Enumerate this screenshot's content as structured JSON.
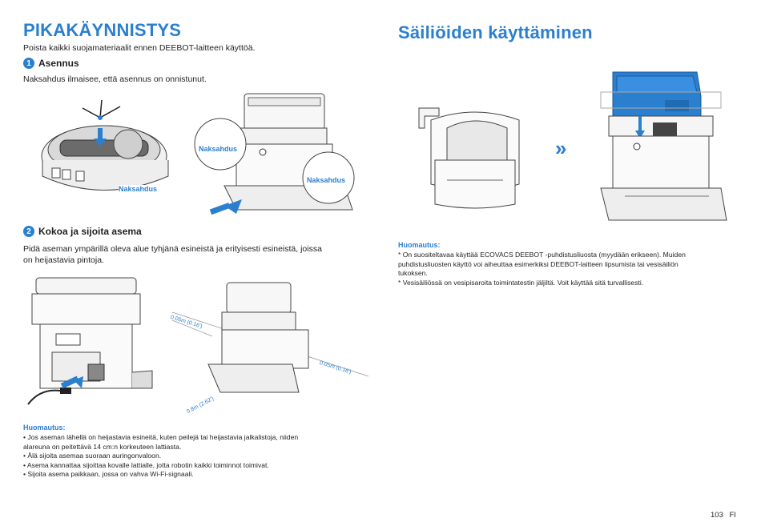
{
  "left": {
    "title": "PIKAKÄYNNISTYS",
    "intro": "Poista kaikki suojamateriaalit ennen DEEBOT-laitteen käyttöä.",
    "step1": {
      "number": "1",
      "heading": "Asennus",
      "text": "Naksahdus ilmaisee, että asennus on onnistunut.",
      "callouts": [
        "Naksahdus",
        "Naksahdus",
        "Naksahdus"
      ]
    },
    "step2": {
      "number": "2",
      "heading": "Kokoa ja sijoita asema",
      "text_line1": "Pidä aseman ympärillä oleva alue tyhjänä esineistä ja erityisesti esineistä, joissa",
      "text_line2": "on heijastavia pintoja.",
      "dimensions": [
        "0.05m (0.16')",
        "0.05m (0.16')",
        "0.8m (2.62')"
      ]
    },
    "note": {
      "title": "Huomautus:",
      "items": [
        "• Jos aseman lähellä on heijastavia esineitä, kuten peilejä tai heijastavia jalkalistoja, niiden",
        "  alareuna on peitettävä 14 cm:n korkeuteen lattiasta.",
        "• Älä sijoita asemaa suoraan auringonvaloon.",
        "• Asema kannattaa sijoittaa kovalle lattialle, jotta robotin kaikki toiminnot toimivat.",
        "• Sijoita asema paikkaan, jossa on vahva Wi-Fi-signaali."
      ]
    }
  },
  "right": {
    "title": "Säiliöiden käyttäminen",
    "arrow": "»",
    "note": {
      "title": "Huomautus:",
      "items": [
        "* On suositeltavaa käyttää ECOVACS DEEBOT -puhdistusliuosta (myydään erikseen). Muiden",
        "  puhdistusliuosten käyttö voi aiheuttaa esimerkiksi DEEBOT-laitteen lipsumista tai vesisäiliön",
        "  tukoksen.",
        "* Vesisäiliössä on vesipisaroita toimintatestin jäljiltä. Voit käyttää sitä turvallisesti."
      ]
    }
  },
  "footer": {
    "page": "103",
    "lang": "FI"
  },
  "colors": {
    "accent": "#2b7fcf",
    "text": "#231f20"
  }
}
